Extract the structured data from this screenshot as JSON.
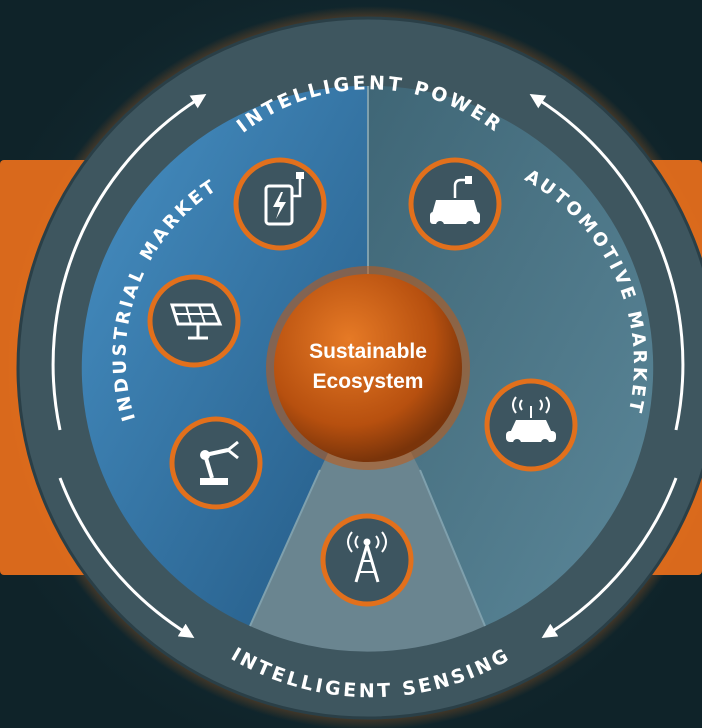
{
  "diagram": {
    "ring": {
      "top_label": "INTELLIGENT POWER",
      "bottom_label": "INTELLIGENT SENSING"
    },
    "segments": {
      "left_label": "INDUSTRIAL MARKET",
      "right_label": "AUTOMOTIVE MARKET"
    },
    "center": {
      "line1": "Sustainable",
      "line2": "Ecosystem"
    },
    "icons": [
      "charging-station-icon",
      "solar-panel-icon",
      "robot-arm-icon",
      "electric-car-icon",
      "connected-car-icon",
      "cell-tower-icon"
    ],
    "colors": {
      "background": "#132a31",
      "accent_orange": "#e2701c",
      "industrial_blue": "#3b7cac",
      "automotive_teal": "#4f7b8e",
      "sensing_gray": "#6a8590",
      "ring_gray": "#3e565f"
    }
  }
}
